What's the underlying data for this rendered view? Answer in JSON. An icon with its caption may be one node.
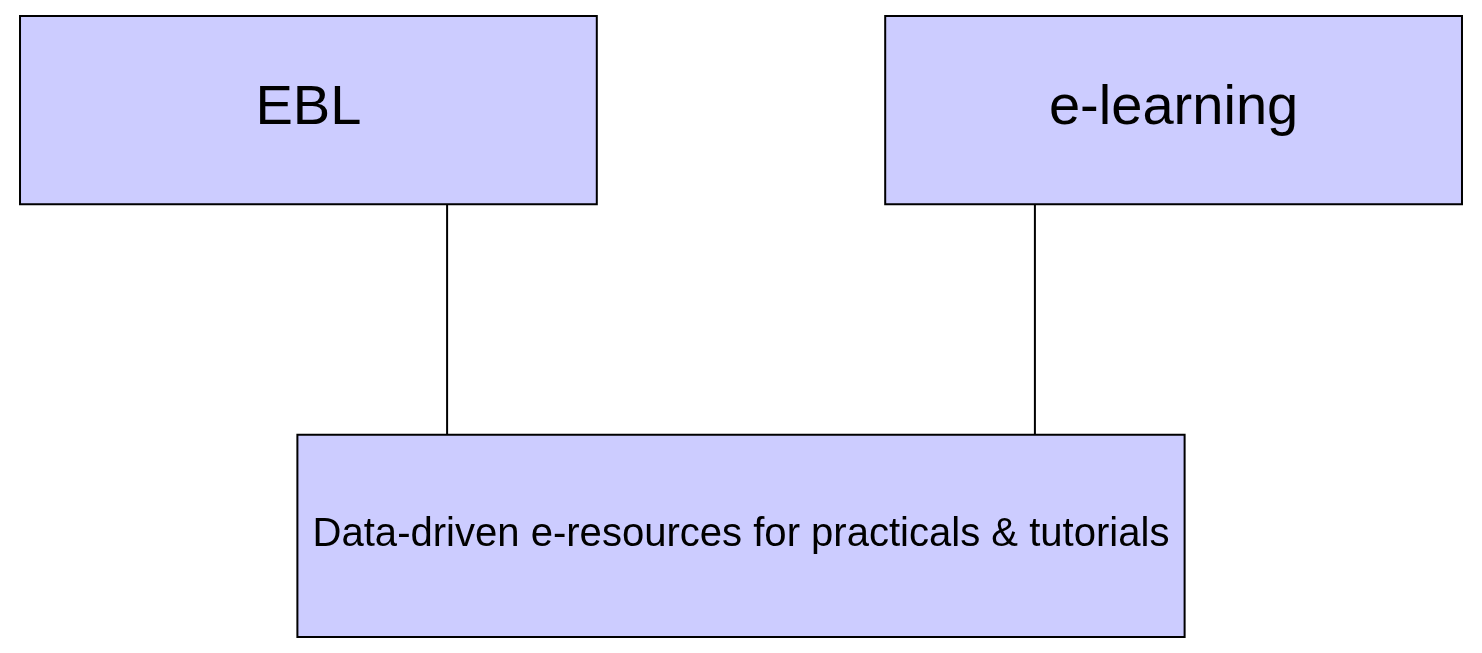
{
  "diagram": {
    "nodes": [
      {
        "text": [
          "EBL"
        ]
      },
      {
        "text": [
          "e-learning"
        ]
      },
      {
        "text": [
          "Data-driven e-resources for practicals & tutorials"
        ]
      }
    ],
    "edges": [
      {
        "from": 0,
        "to": 2,
        "arrow": "none"
      },
      {
        "from": 1,
        "to": 2,
        "arrow": "none"
      }
    ]
  }
}
